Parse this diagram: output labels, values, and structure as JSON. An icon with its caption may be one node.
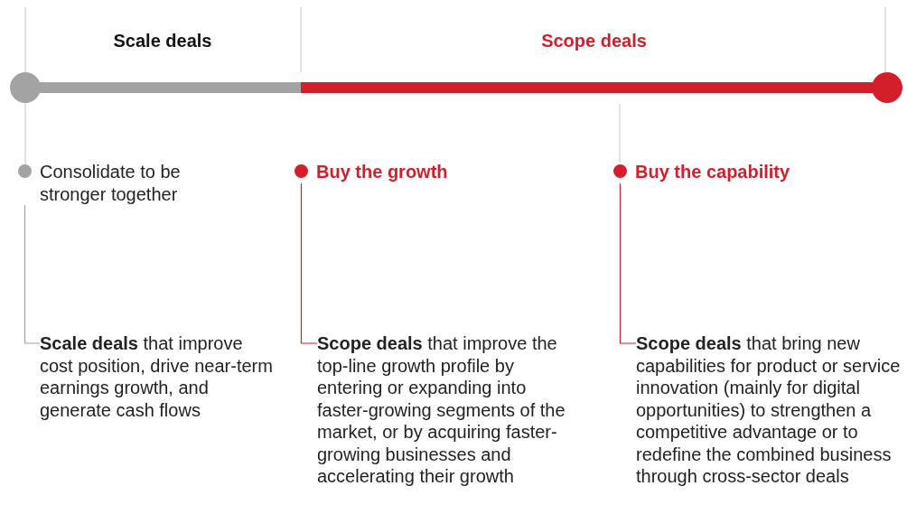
{
  "diagram": {
    "nodes": [
      {
        "text": [
          "Consolidate to be stronger together"
        ]
      },
      {
        "text": [
          "**Scale deals** that improve cost position, drive near-term earnings growth, and generate cash flows"
        ]
      },
      {
        "text": [
          "Buy the growth"
        ]
      },
      {
        "text": [
          "**Scope deals** that improve the top-line growth profile by entering or expanding into faster-growing segments of the market, or by acquiring faster-growing businesses and accelerating their growth"
        ]
      },
      {
        "text": [
          "Buy the capability"
        ]
      },
      {
        "text": [
          "**Scope deals** that bring new capabilities for product or service innovation (mainly for digital opportunities) to strengthen a competitive advantage or to redefine the combined business through cross-sector deals"
        ]
      }
    ],
    "edges": [
      {
        "from": 0,
        "to": 1,
        "arrow": "none",
        "color": "#a3a3a3"
      },
      {
        "from": 2,
        "to": 3,
        "arrow": "none"
      },
      {
        "from": 4,
        "to": 5,
        "arrow": "none"
      }
    ],
    "labels": [
      "Scale deals",
      "Scope deals"
    ]
  }
}
